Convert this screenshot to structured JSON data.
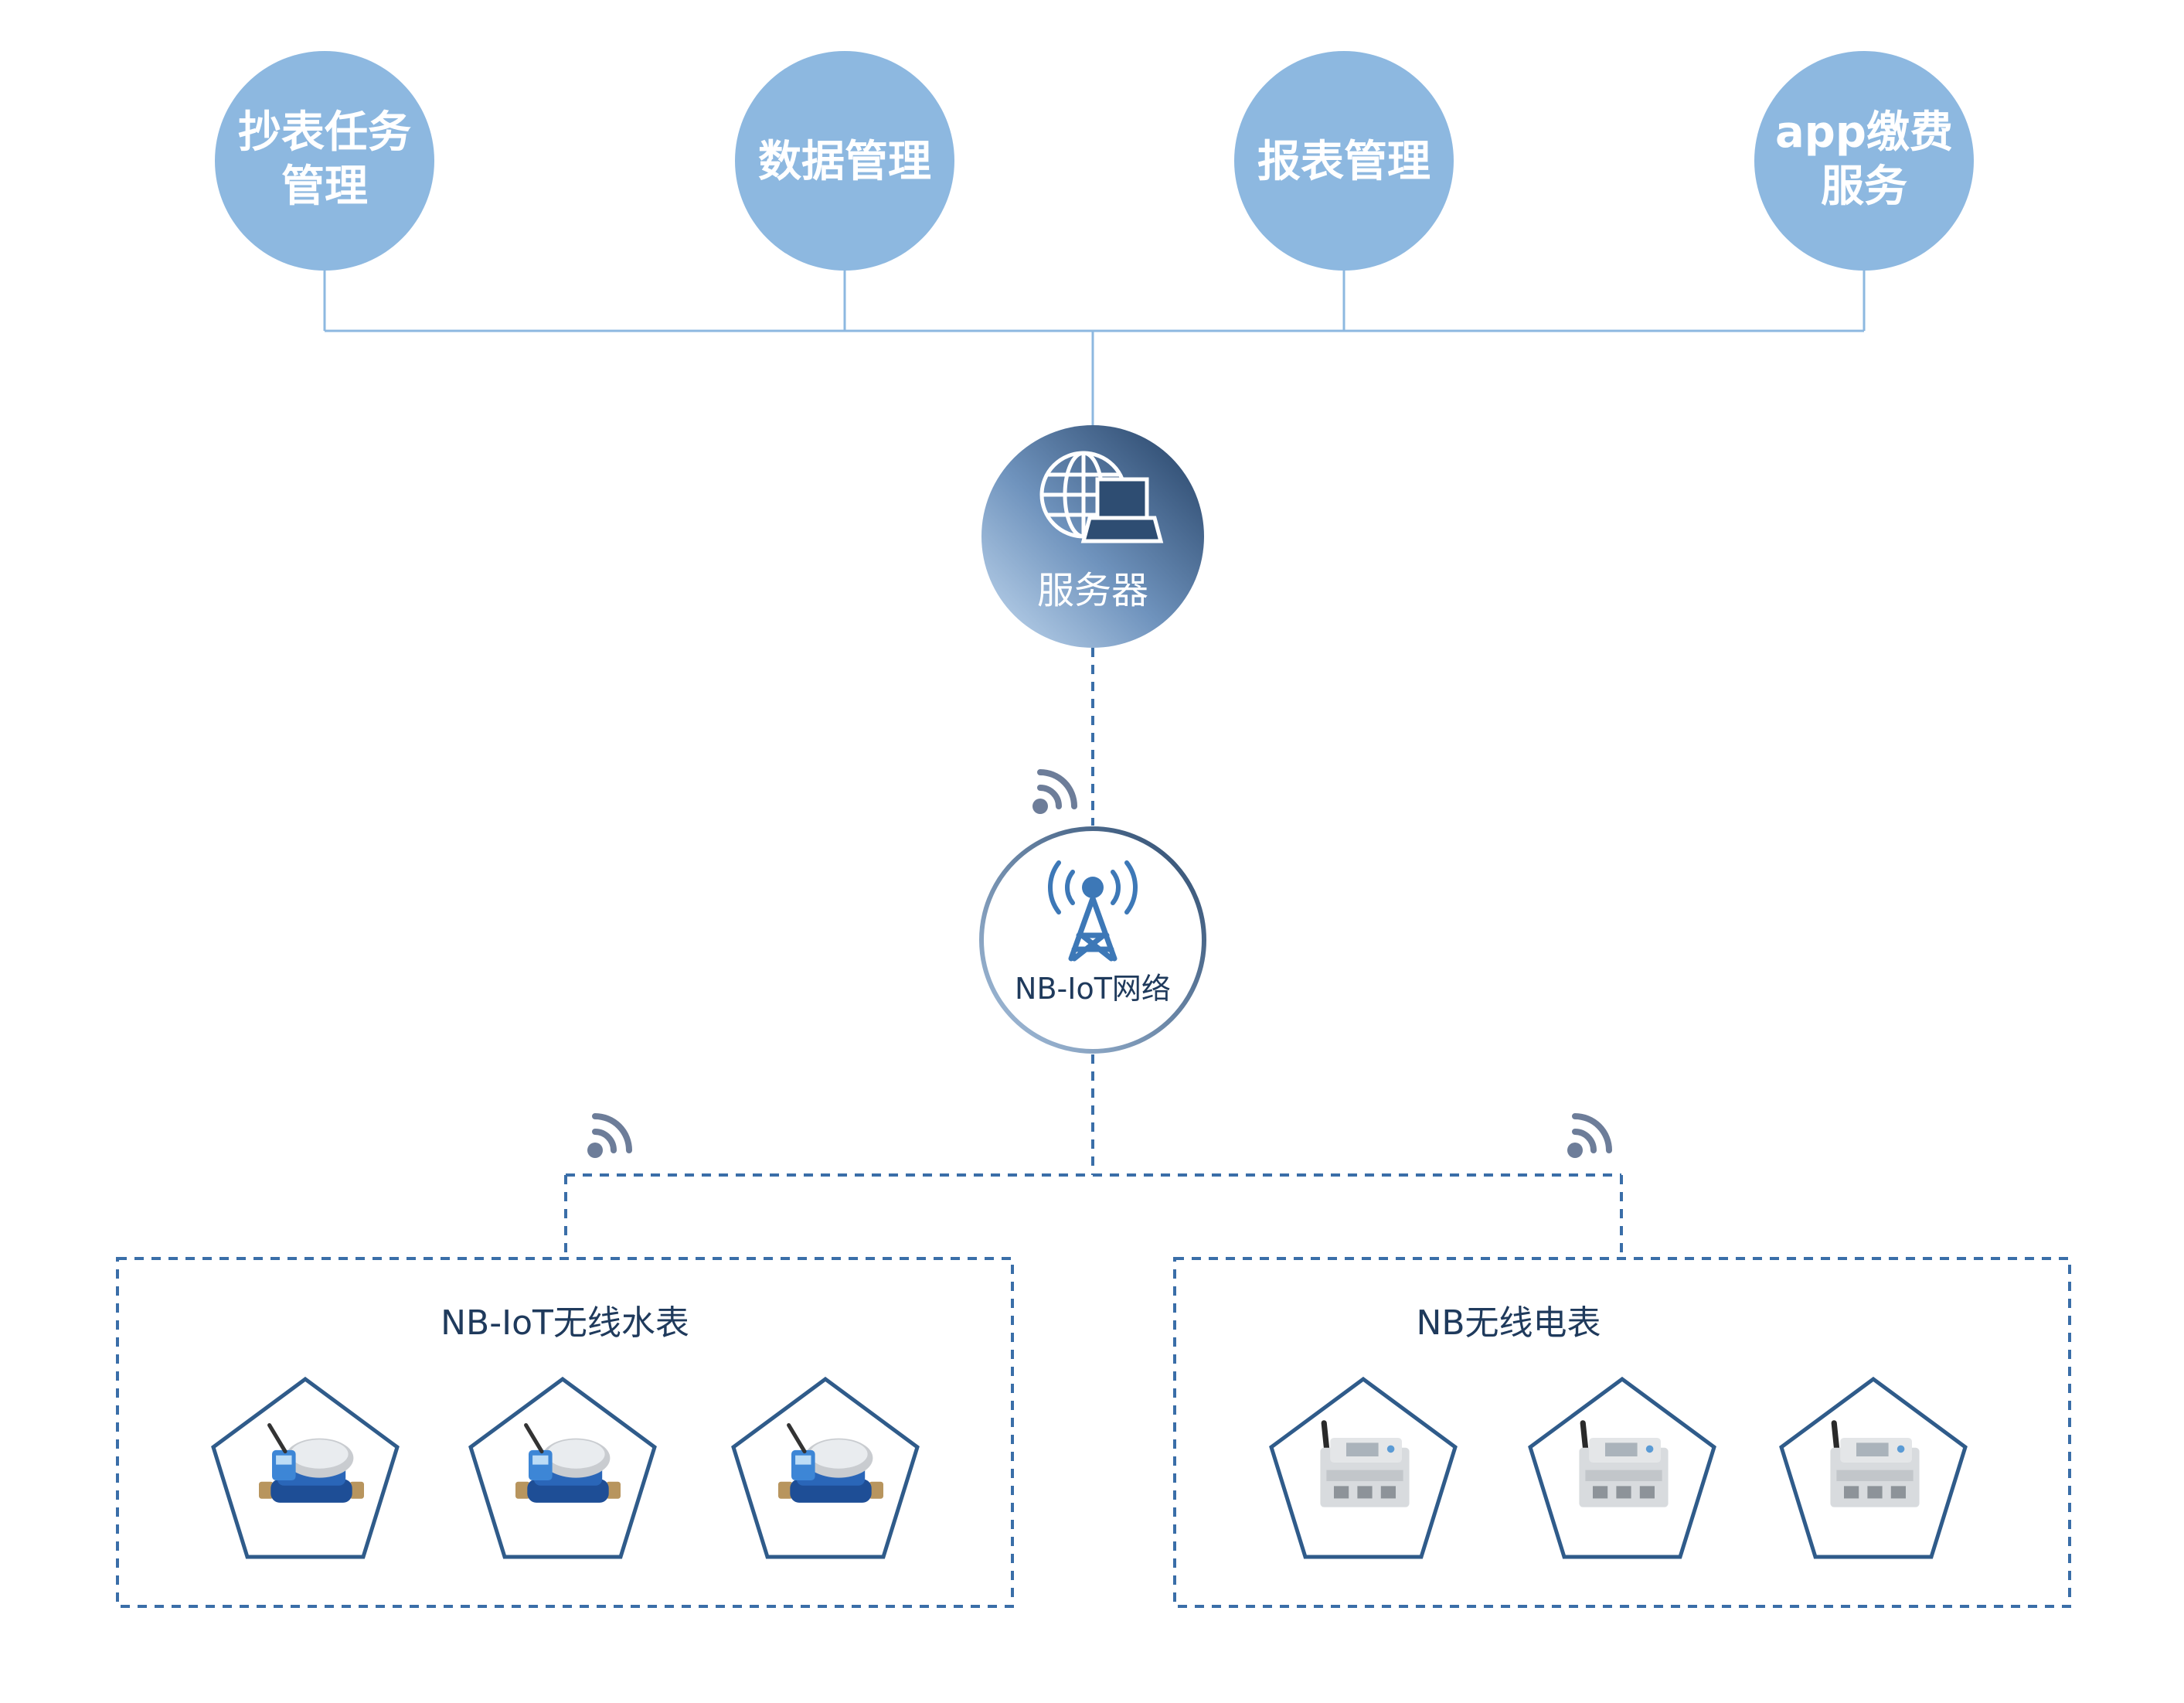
{
  "management_nodes": [
    {
      "lines": [
        "抄表任务",
        "管理"
      ]
    },
    {
      "lines": [
        "数据管理"
      ]
    },
    {
      "lines": [
        "报表管理"
      ]
    },
    {
      "lines": [
        "app缴费",
        "服务"
      ]
    }
  ],
  "server": {
    "label": "服务器",
    "icon": "globe-laptop-icon"
  },
  "network": {
    "label": "NB-IoT网络",
    "icon": "signal-tower-icon"
  },
  "groups": [
    {
      "title": "NB-IoT无线水表",
      "device_icon": "water-meter-icon",
      "count": 3
    },
    {
      "title": "NB无线电表",
      "device_icon": "electric-meter-icon",
      "count": 3
    }
  ],
  "colors": {
    "light_blue": "#8db8e0",
    "dark_navy": "#2e4d72",
    "dashed_blue": "#3a6ea8",
    "pentagon_stroke": "#2f5b8a",
    "wifi_icon": "#6d7d99"
  }
}
